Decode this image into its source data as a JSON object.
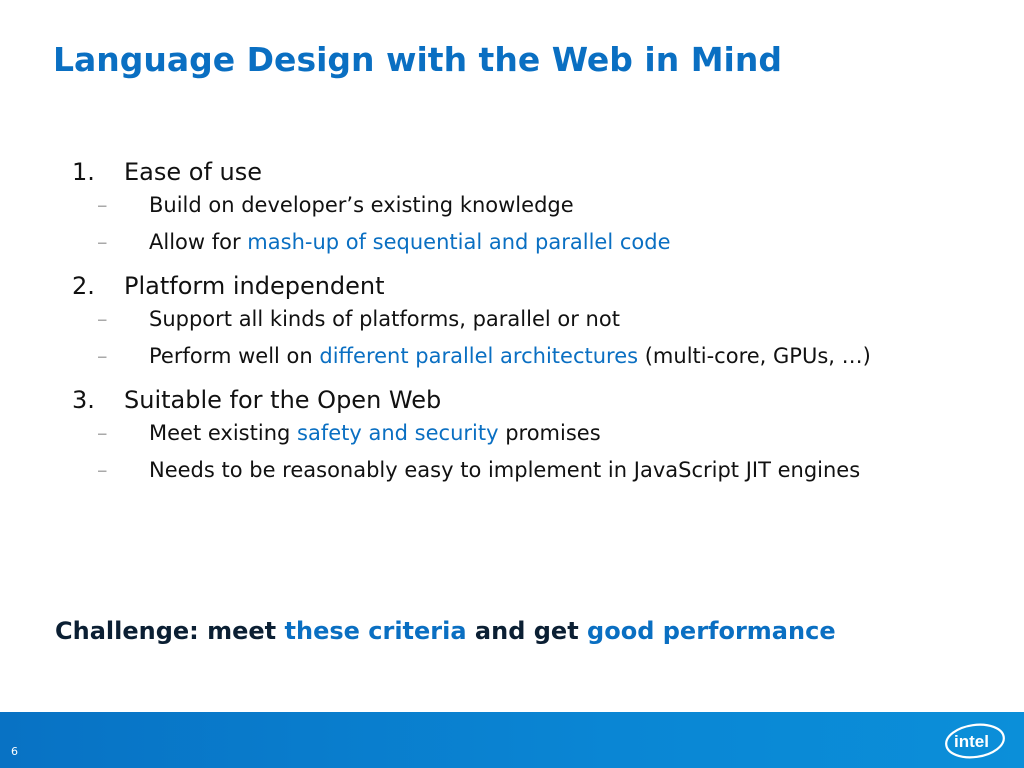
{
  "slide": {
    "title": "Language Design with the Web in Mind",
    "items": [
      {
        "number": "1.",
        "text": "Ease of use",
        "subs": [
          {
            "dash": "–",
            "before": "Build on developer’s existing knowledge",
            "highlight": "",
            "after": ""
          },
          {
            "dash": "–",
            "before": "Allow for ",
            "highlight": "mash-up of sequential and parallel code",
            "after": ""
          }
        ]
      },
      {
        "number": "2.",
        "text": "Platform independent",
        "subs": [
          {
            "dash": "–",
            "before": "Support all kinds of platforms, parallel or not",
            "highlight": "",
            "after": ""
          },
          {
            "dash": "–",
            "before": "Perform well on ",
            "highlight": "different parallel architectures",
            "after": " (multi-core, GPUs, …)"
          }
        ]
      },
      {
        "number": "3.",
        "text": "Suitable for the Open Web",
        "subs": [
          {
            "dash": "–",
            "before": "Meet existing ",
            "highlight": "safety and security",
            "after": " promises"
          },
          {
            "dash": "–",
            "before": "Needs to be reasonably easy to implement in JavaScript JIT engines",
            "highlight": "",
            "after": ""
          }
        ]
      }
    ],
    "challenge": {
      "part1": "Challenge: meet ",
      "highlight1": "these criteria",
      "part2": " and get ",
      "highlight2": "good performance"
    },
    "page_number": "6",
    "logo_text": "intel",
    "colors": {
      "accent": "#0a6fc2",
      "footer": "#0a86d4"
    }
  }
}
